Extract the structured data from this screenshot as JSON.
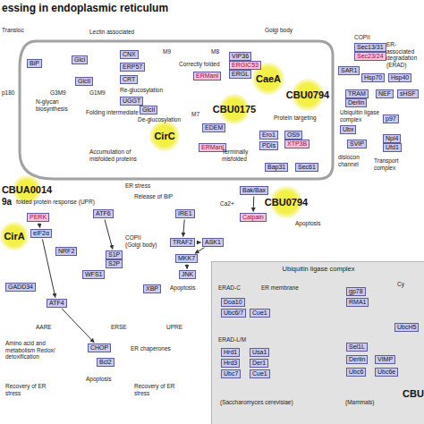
{
  "diagram": {
    "title": "essing in endoplasmic reticulum",
    "nodes": [
      {
        "text": [
          "BiP"
        ]
      },
      {
        "text": [
          "GlcI"
        ]
      },
      {
        "text": [
          "CNX"
        ]
      },
      {
        "text": [
          "ERP57"
        ]
      },
      {
        "text": [
          "CRT"
        ]
      },
      {
        "text": [
          "GlcII"
        ]
      },
      {
        "text": [
          "UGGT"
        ]
      },
      {
        "text": [
          "ERManI"
        ]
      },
      {
        "text": [
          "VIP36"
        ]
      },
      {
        "text": [
          "ERGIC53"
        ]
      },
      {
        "text": [
          "ERGL"
        ]
      },
      {
        "text": [
          "Sec13/31"
        ]
      },
      {
        "text": [
          "Sec23/24"
        ]
      },
      {
        "text": [
          "SAR1"
        ]
      },
      {
        "text": [
          "GlcII"
        ]
      },
      {
        "text": [
          "EDEM"
        ]
      },
      {
        "text": [
          "ERManI"
        ]
      },
      {
        "text": [
          "Ero1"
        ]
      },
      {
        "text": [
          "OS9"
        ]
      },
      {
        "text": [
          "XTP3B"
        ]
      },
      {
        "text": [
          "PDIs"
        ]
      },
      {
        "text": [
          "Bap31"
        ]
      },
      {
        "text": [
          "Sec61"
        ]
      },
      {
        "text": [
          "Hsp70"
        ]
      },
      {
        "text": [
          "Hsp40"
        ]
      },
      {
        "text": [
          "TRAM"
        ]
      },
      {
        "text": [
          "Derlin"
        ]
      },
      {
        "text": [
          "NEF"
        ]
      },
      {
        "text": [
          "sHSF"
        ]
      },
      {
        "text": [
          "Ubx"
        ]
      },
      {
        "text": [
          "p97"
        ]
      },
      {
        "text": [
          "SVIP"
        ]
      },
      {
        "text": [
          "Npl4"
        ]
      },
      {
        "text": [
          "Ufd1"
        ]
      },
      {
        "text": [
          "PERK"
        ]
      },
      {
        "text": [
          "eIF2α"
        ]
      },
      {
        "text": [
          "ATF6"
        ]
      },
      {
        "text": [
          "IRE1"
        ]
      },
      {
        "text": [
          "Bak/Bax"
        ]
      },
      {
        "text": [
          "Calpain"
        ]
      },
      {
        "text": [
          "S1P"
        ]
      },
      {
        "text": [
          "S2P"
        ]
      },
      {
        "text": [
          "NRF2"
        ]
      },
      {
        "text": [
          "WFS1"
        ]
      },
      {
        "text": [
          "TRAF2"
        ]
      },
      {
        "text": [
          "ASK1"
        ]
      },
      {
        "text": [
          "MKK7"
        ]
      },
      {
        "text": [
          "JNK"
        ]
      },
      {
        "text": [
          "XBP"
        ]
      },
      {
        "text": [
          "GADD34"
        ]
      },
      {
        "text": [
          "ATF4"
        ]
      },
      {
        "text": [
          "CHOP"
        ]
      },
      {
        "text": [
          "Bcl2"
        ]
      },
      {
        "text": [
          "Ubiquitin ligase complex"
        ]
      },
      {
        "text": [
          "gp78"
        ],
        "in": 53
      },
      {
        "text": [
          "RMA1"
        ],
        "in": 53
      },
      {
        "text": [
          "Doa10"
        ],
        "in": 53
      },
      {
        "text": [
          "Ubc6/7"
        ],
        "in": 53
      },
      {
        "text": [
          "Cue1"
        ],
        "in": 53
      },
      {
        "text": [
          "Hrd1"
        ],
        "in": 53
      },
      {
        "text": [
          "Hrd3"
        ],
        "in": 53
      },
      {
        "text": [
          "Usa1"
        ],
        "in": 53
      },
      {
        "text": [
          "Der1"
        ],
        "in": 53
      },
      {
        "text": [
          "Ubc7"
        ],
        "in": 53
      },
      {
        "text": [
          "Cue1"
        ],
        "in": 53
      },
      {
        "text": [
          "Sel1L"
        ],
        "in": 53
      },
      {
        "text": [
          "Derlin"
        ],
        "in": 53
      },
      {
        "text": [
          "VIMP"
        ],
        "in": 53
      },
      {
        "text": [
          "Ubc6"
        ],
        "in": 53
      },
      {
        "text": [
          "Ubc6e"
        ],
        "in": 53
      },
      {
        "text": [
          "UbcH5"
        ],
        "in": 53
      },
      {
        "text": [
          "CaeA"
        ]
      },
      {
        "text": [
          "CBU0794"
        ]
      },
      {
        "text": [
          "CBU0175"
        ]
      },
      {
        "text": [
          "CirC"
        ]
      },
      {
        "text": [
          "CBUA0014"
        ]
      },
      {
        "text": [
          "CirA"
        ]
      },
      {
        "text": [
          "CBU0794"
        ]
      },
      {
        "text": [
          "CBU"
        ]
      }
    ],
    "edges": [
      {
        "from": 34,
        "to": 35,
        "arrow": "to"
      },
      {
        "from": 35,
        "to": 50,
        "arrow": "to"
      },
      {
        "from": 50,
        "to": 51,
        "arrow": "to"
      },
      {
        "from": 37,
        "to": 44,
        "arrow": "to"
      },
      {
        "from": 44,
        "to": 45,
        "arrow": "to"
      },
      {
        "from": 45,
        "to": 46,
        "arrow": "to"
      },
      {
        "from": 46,
        "to": 47,
        "arrow": "to"
      },
      {
        "from": 36,
        "to": 40,
        "arrow": "to"
      },
      {
        "from": 38,
        "to": 39,
        "arrow": "to"
      }
    ],
    "labels": [
      "Transloc",
      "p180",
      "Lectin associated",
      "G3M9",
      "N-glycan biosynthesis",
      "G1M9",
      "Re-glucosylation",
      "Folding intermediate",
      "De-glucosylation",
      "Correctly folded",
      "M9",
      "M8",
      "Golgi body",
      "COPII",
      "ER-associated degradation (ERAD)",
      "M7",
      "Accumulation of misfolded proteins",
      "Terminally misfolded",
      "Protein targeting",
      "Ubiquitin ligase complex",
      "Transport complex",
      "dislocon channel",
      "folded protein response (UPR)",
      "ER stress",
      "Release of BiP",
      "Ca2+",
      "Apoptosis",
      "COPII",
      "(Golgi body)",
      "Apoptosis",
      "AARE",
      "ERSE",
      "UPRE",
      "Amino acid and metabolism Redox/ detoxification",
      "ER chaperones",
      "Recovery of ER stress",
      "Apoptosis",
      "Recovery of ER stress",
      "ERAD-C",
      "ER membrane",
      "ERAD-L/M",
      "(Saccharomyces cerevisiae)",
      "(Mammals)",
      "Cy",
      "9a"
    ]
  }
}
